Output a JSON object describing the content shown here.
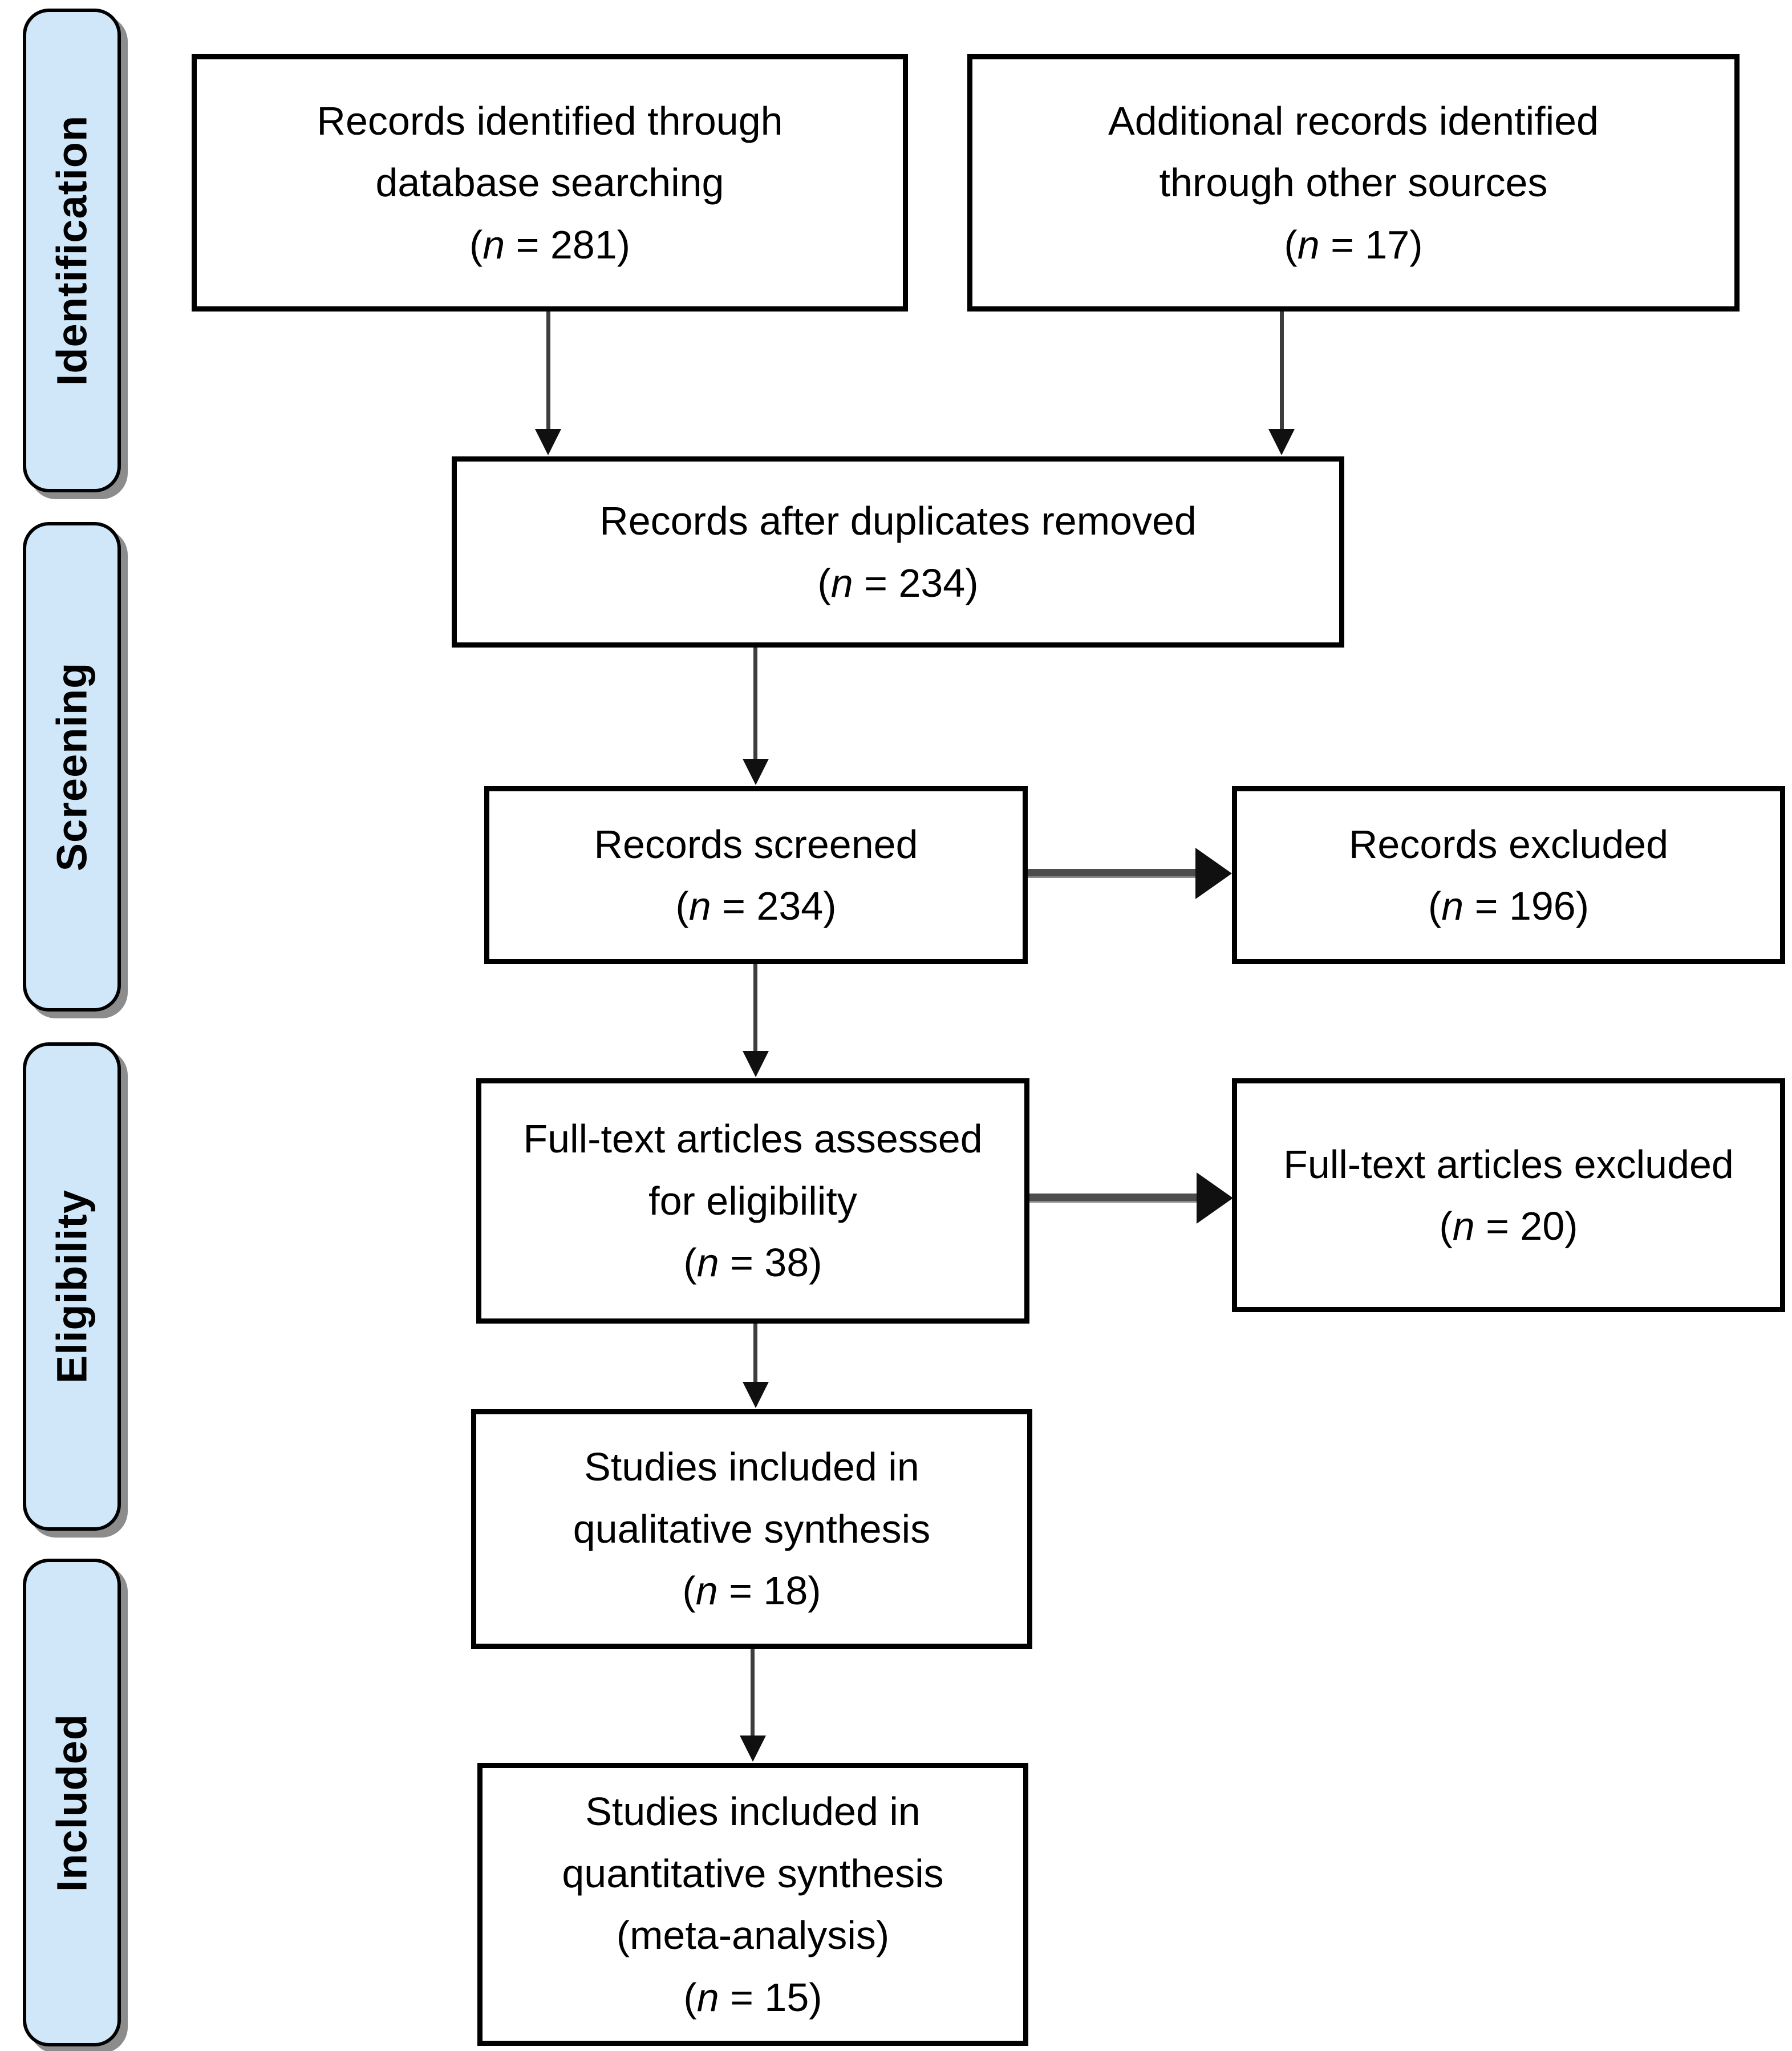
{
  "diagram": {
    "type": "prisma-flow",
    "sidebar": {
      "fill_color": "#cfe7f8",
      "labels": [
        "Identification",
        "Screening",
        "Eligibility",
        "Included"
      ]
    },
    "boxes": [
      {
        "id": "records-identified",
        "label_lines": [
          "Records identified through",
          "database searching"
        ],
        "n": "281"
      },
      {
        "id": "additional-records",
        "label_lines": [
          "Additional records identified",
          "through other sources"
        ],
        "n": "17"
      },
      {
        "id": "records-after-duplicates",
        "label_lines": [
          "Records after duplicates removed"
        ],
        "n": "234"
      },
      {
        "id": "records-screened",
        "label_lines": [
          "Records screened"
        ],
        "n": "234"
      },
      {
        "id": "records-excluded",
        "label_lines": [
          "Records excluded"
        ],
        "n": "196"
      },
      {
        "id": "fulltext-assessed",
        "label_lines": [
          "Full-text articles assessed",
          "for eligibility"
        ],
        "n": "38"
      },
      {
        "id": "fulltext-excluded",
        "label_lines": [
          "Full-text articles excluded"
        ],
        "n": "20"
      },
      {
        "id": "qualitative-included",
        "label_lines": [
          "Studies included in",
          "qualitative synthesis"
        ],
        "n": "18"
      },
      {
        "id": "quantitative-included",
        "label_lines": [
          "Studies included in",
          "quantitative synthesis",
          "(meta-analysis)"
        ],
        "n": "15"
      }
    ]
  }
}
